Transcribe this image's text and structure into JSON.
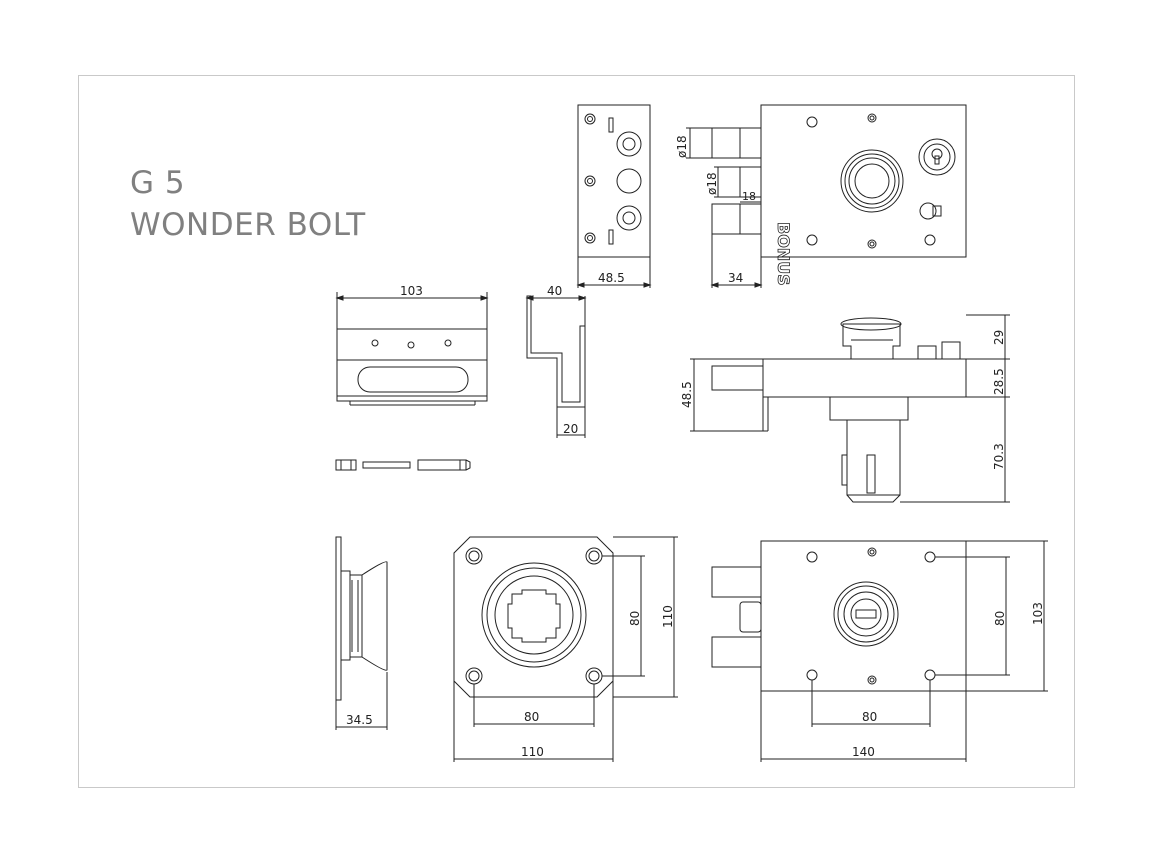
{
  "title": {
    "code": "G 5",
    "name": "WONDER BOLT"
  },
  "brand": "BONUS",
  "dimensions": {
    "keeper_width": "48.5",
    "bolt_projection": "34",
    "bolt_diameter_upper": "ø18",
    "bolt_diameter_lower": "ø18",
    "bolt_gap": "18",
    "bracket_length": "103",
    "angle_width": "40",
    "angle_flange": "20",
    "side_knob_height": "29",
    "side_body_depth": "28.5",
    "side_bolt_height": "48.5",
    "side_cylinder_length": "70.3",
    "rose_depth": "34.5",
    "rose_hole_spacing_h": "80",
    "rose_width": "110",
    "rose_hole_spacing_v": "80",
    "rose_height": "110",
    "lock_hole_spacing_h": "80",
    "lock_width": "140",
    "lock_hole_spacing_v": "80",
    "lock_height": "103"
  }
}
